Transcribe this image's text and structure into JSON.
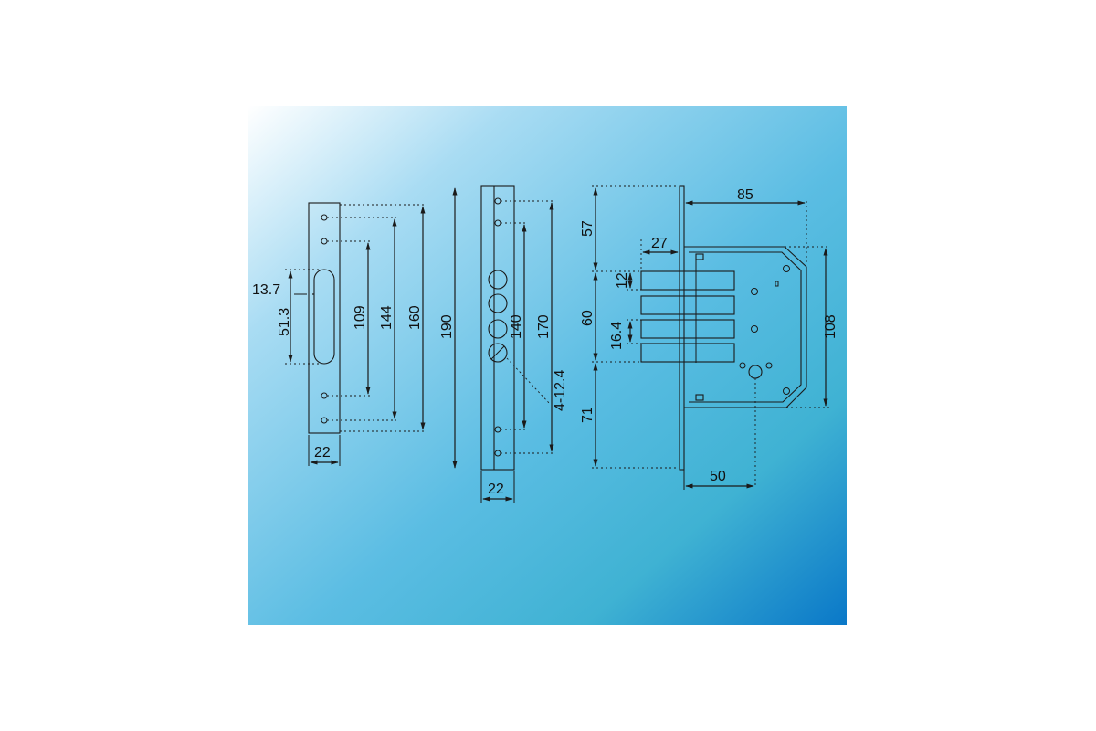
{
  "drawing": {
    "strike_plate": {
      "width": "22",
      "slot_width": "13.7",
      "slot_height": "51.3",
      "hole_span_inner": "109",
      "hole_span_outer": "144",
      "total_height": "160"
    },
    "faceplate": {
      "total_height": "190",
      "width": "22",
      "hole_span_inner": "140",
      "hole_span_outer": "170",
      "bolt_holes": "4-12.4"
    },
    "lock_body": {
      "top_offset": "57",
      "bolt_zone": "60",
      "bottom_offset": "71",
      "bolt_projection": "27",
      "bolt_height": "12",
      "bolt_spacing": "16.4",
      "depth": "85",
      "body_height": "108",
      "backset": "50"
    }
  },
  "colors": {
    "gradient_light": "#ffffff",
    "gradient_mid": "#5bbde3",
    "gradient_dark": "#0a78c8",
    "line": "#1a1a1a"
  }
}
